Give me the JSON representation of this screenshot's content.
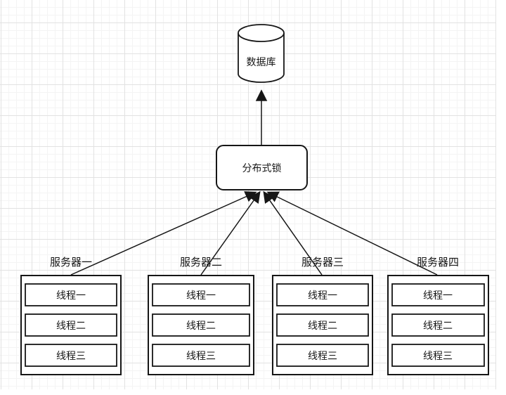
{
  "diagram": {
    "title": "distributed-lock-architecture",
    "database": {
      "label": "数据库"
    },
    "lock": {
      "label": "分布式锁"
    },
    "servers": [
      {
        "label": "服务器一",
        "threads": [
          "线程一",
          "线程二",
          "线程三"
        ]
      },
      {
        "label": "服务器二",
        "threads": [
          "线程一",
          "线程二",
          "线程三"
        ]
      },
      {
        "label": "服务器三",
        "threads": [
          "线程一",
          "线程二",
          "线程三"
        ]
      },
      {
        "label": "服务器四",
        "threads": [
          "线程一",
          "线程二",
          "线程三"
        ]
      }
    ],
    "colors": {
      "stroke": "#161616",
      "shape_fill": "#ffffff",
      "background": "#ffffff",
      "grid_minor": "#f4f4f4",
      "grid_major": "#e2e2e2"
    }
  }
}
